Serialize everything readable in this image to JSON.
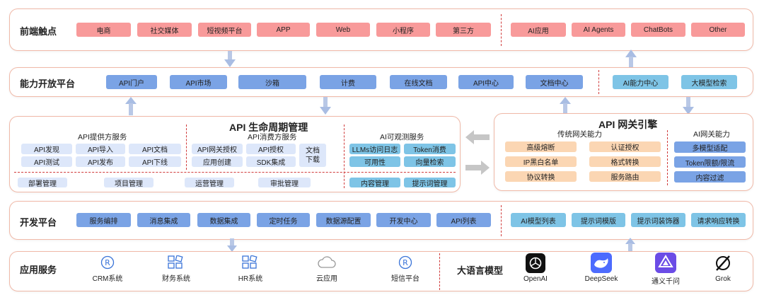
{
  "frontend": {
    "title": "前端触点",
    "left": [
      "电商",
      "社交媒体",
      "短视频平台",
      "APP",
      "Web",
      "小程序",
      "第三方"
    ],
    "right": [
      "AI应用",
      "AI Agents",
      "ChatBots",
      "Other"
    ]
  },
  "capability": {
    "title": "能力开放平台",
    "left": [
      "API门户",
      "API市场",
      "沙箱",
      "计费",
      "在线文档",
      "API中心",
      "文档中心"
    ],
    "right": [
      "AI能力中心",
      "大模型检索"
    ]
  },
  "lifecycle": {
    "title": "API 生命周期管理",
    "provider": {
      "title": "API提供方服务",
      "items": [
        "API发现",
        "API导入",
        "API文档",
        "API测试",
        "API发布",
        "API下线"
      ]
    },
    "consumer": {
      "title": "API消费方服务",
      "items": [
        "API网关授权",
        "API授权",
        "应用创建",
        "SDK集成"
      ],
      "doc": "文档\n下载"
    },
    "observe": {
      "title": "AI可观测服务",
      "items": [
        "LLMs访问日志",
        "Token消费",
        "可用性",
        "向量检索"
      ]
    },
    "bottom": [
      "部署管理",
      "项目管理",
      "运营管理",
      "审批管理"
    ],
    "bottom_right": [
      "内容管理",
      "提示词管理"
    ]
  },
  "gateway": {
    "title": "API 网关引擎",
    "traditional": {
      "title": "传统网关能力",
      "items": [
        "高级熔断",
        "认证授权",
        "IP黑白名单",
        "格式转换",
        "协议转换",
        "服务路由"
      ]
    },
    "ai": {
      "title": "AI网关能力",
      "items": [
        "多模型适配",
        "Token限额/限流",
        "内容过滤"
      ]
    }
  },
  "devplatform": {
    "title": "开发平台",
    "left": [
      "服务编排",
      "消息集成",
      "数据集成",
      "定时任务",
      "数据源配置",
      "开发中心",
      "API列表"
    ],
    "right": [
      "AI模型列表",
      "提示词模版",
      "提示词装饰器",
      "请求响应转换"
    ]
  },
  "appservices": {
    "title": "应用服务",
    "items": [
      {
        "label": "CRM系统",
        "icon": "registered-icon"
      },
      {
        "label": "财务系统",
        "icon": "grid-icon"
      },
      {
        "label": "HR系统",
        "icon": "grid-icon"
      },
      {
        "label": "云应用",
        "icon": "cloud-icon"
      },
      {
        "label": "短信平台",
        "icon": "registered-icon"
      }
    ]
  },
  "llm": {
    "title": "大语言模型",
    "items": [
      {
        "label": "OpenAI",
        "icon": "openai-icon"
      },
      {
        "label": "DeepSeek",
        "icon": "deepseek-icon"
      },
      {
        "label": "通义千问",
        "icon": "tongyi-icon"
      },
      {
        "label": "Grok",
        "icon": "grok-icon"
      }
    ]
  },
  "colors": {
    "pink": "#f89a9a",
    "blue": "#7aa3e5",
    "sky": "#7ec4e6",
    "peach": "#fbd6b3",
    "border": "#f0b9a8",
    "dash": "#d03a3a",
    "arrow": "#b9c8e6"
  }
}
